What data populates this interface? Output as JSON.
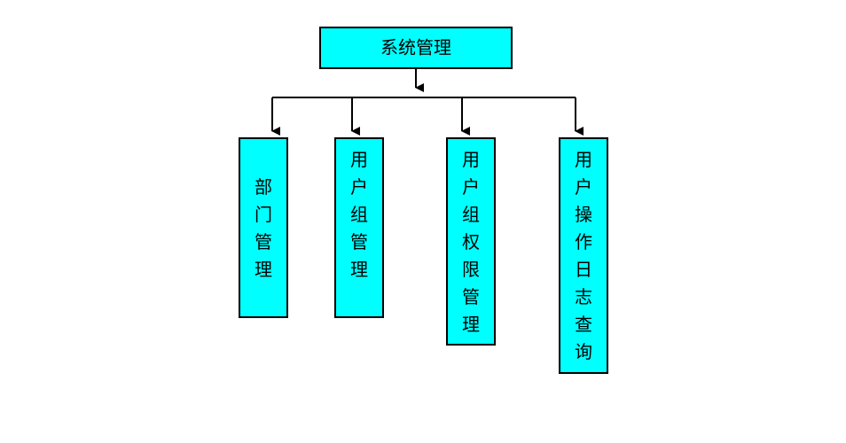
{
  "diagram": {
    "root": {
      "label": "系统管理"
    },
    "children": [
      {
        "label": "部门管理"
      },
      {
        "label": "用户组管理"
      },
      {
        "label": "用户组权限管理"
      },
      {
        "label": "用户操作日志查询"
      }
    ],
    "colors": {
      "box_fill": "#00ffff",
      "box_stroke": "#000000",
      "line": "#000000"
    }
  }
}
